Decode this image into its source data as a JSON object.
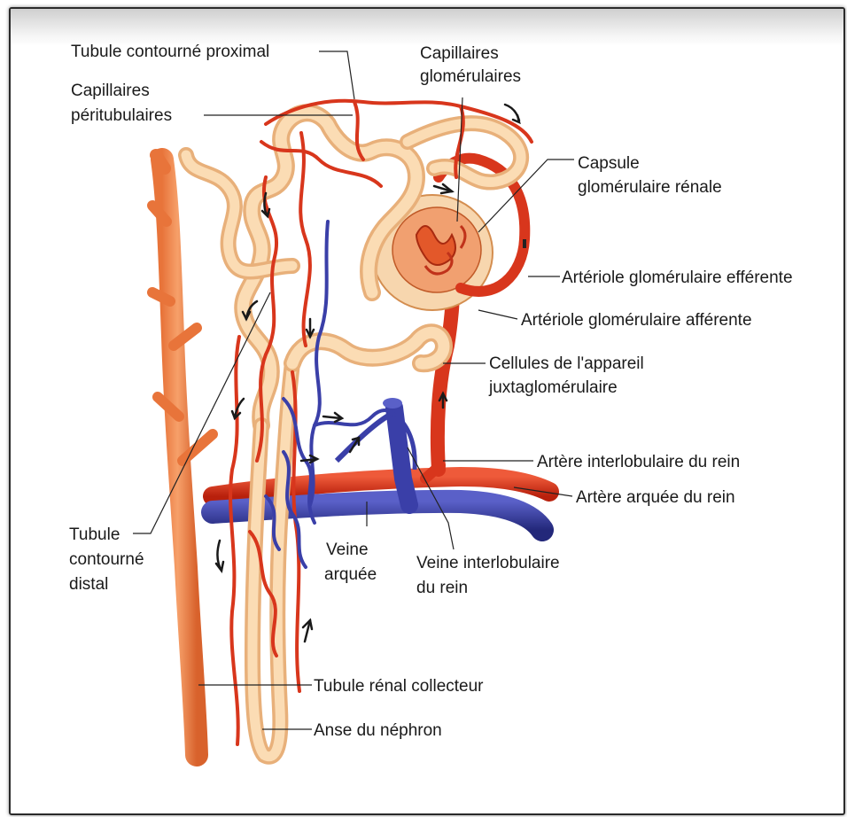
{
  "diagram": {
    "labels": {
      "tubule_proximal": "Tubule contourné proximal",
      "capillaires_glom_1": "Capillaires",
      "capillaires_glom_2": "glomérulaires",
      "capillaires_peri_1": "Capillaires",
      "capillaires_peri_2": "péritubulaires",
      "capsule_1": "Capsule",
      "capsule_2": "glomérulaire rénale",
      "arteriole_efferente": "Artériole glomérulaire efférente",
      "arteriole_afferente": "Artériole glomérulaire afférente",
      "cellules_1": "Cellules de l'appareil",
      "cellules_2": "juxtaglomérulaire",
      "artere_interlobulaire": "Artère interlobulaire du rein",
      "artere_arquee": "Artère arquée du rein",
      "tubule_distal_1": "Tubule",
      "tubule_distal_2": "contourné",
      "tubule_distal_3": "distal",
      "veine_arquee_1": "Veine",
      "veine_arquee_2": "arquée",
      "veine_interlobulaire_1": "Veine interlobulaire",
      "veine_interlobulaire_2": "du rein",
      "tubule_collecteur": "Tubule rénal collecteur",
      "anse": "Anse du néphron"
    },
    "colors": {
      "tubule_fill": "#f7cfa0",
      "tubule_edge": "#e2a064",
      "artery": "#e0361c",
      "artery_dark": "#b8200c",
      "vein": "#3a3fa8",
      "vein_dark": "#23287a",
      "collecting_duct": "#f0874a"
    }
  }
}
